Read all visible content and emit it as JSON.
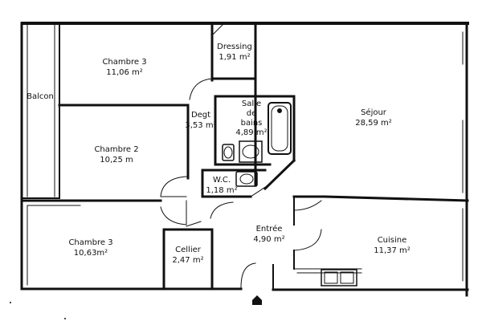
{
  "rooms": {
    "chambre3_top": {
      "name": "Chambre 3",
      "area": "11,06 m²"
    },
    "dressing": {
      "name": "Dressing",
      "area": "1,91 m²"
    },
    "sejour": {
      "name": "Séjour",
      "area": "28,59 m²"
    },
    "balcon": {
      "name": "Balcon"
    },
    "degt": {
      "name": "Degt",
      "area": "3,53 m²"
    },
    "salle_de_bains": {
      "line1": "Salle",
      "line2": "de",
      "line3": "bains",
      "area": "4,89 m²"
    },
    "chambre2": {
      "name": "Chambre 2",
      "area": "10,25 m"
    },
    "wc": {
      "name": "W.C.",
      "area": "1,18 m²"
    },
    "entree": {
      "name": "Entrée",
      "area": "4,90 m²"
    },
    "chambre3_bottom": {
      "name": "Chambre 3",
      "area": "10,63m²"
    },
    "cellier": {
      "name": "Cellier",
      "area": "2,47 m²"
    },
    "cuisine": {
      "name": "Cuisine",
      "area": "11,37 m²"
    }
  },
  "icons": {
    "entrance": "entrance-arrow-icon",
    "bathtub": "bathtub-icon",
    "toilet": "toilet-icon",
    "sink": "sink-icon",
    "kitchen_sink": "kitchen-sink-icon"
  }
}
